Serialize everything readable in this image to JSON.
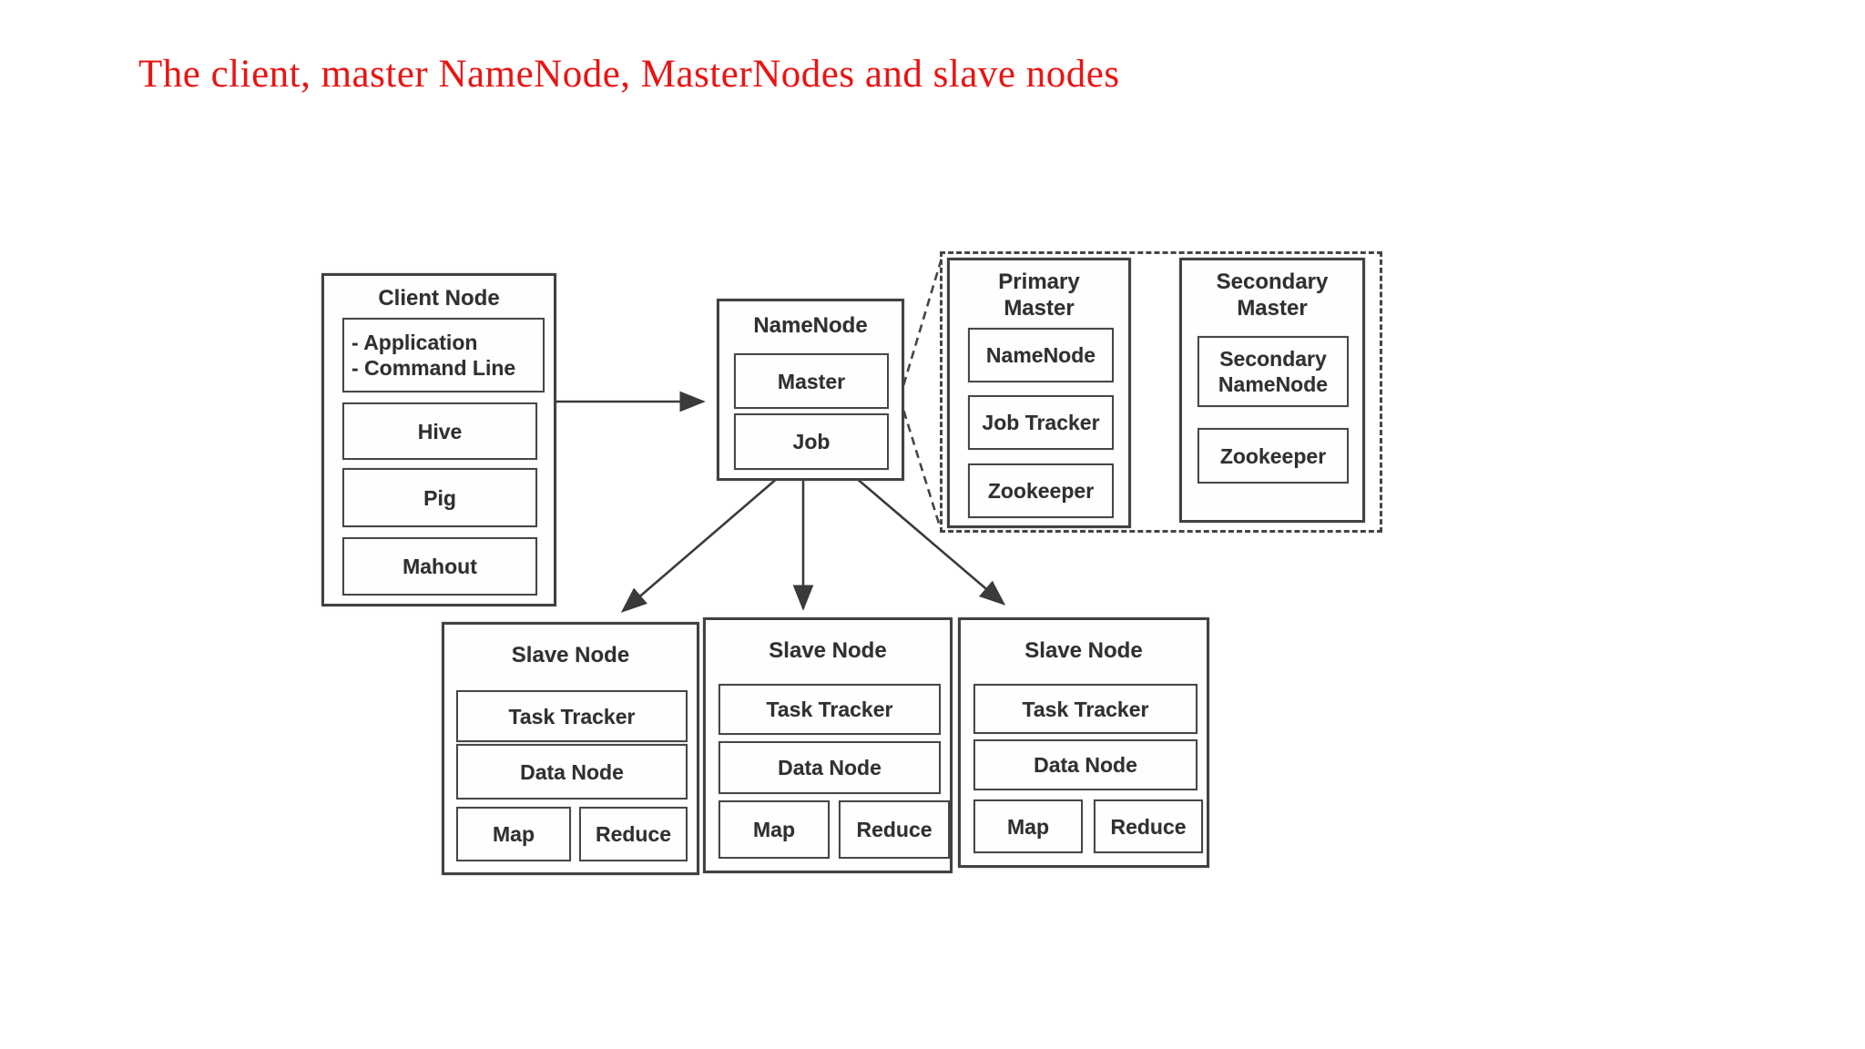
{
  "title": {
    "text": "The client, master NameNode, MasterNodes and slave nodes"
  },
  "colors": {
    "title_red": "#e81414",
    "ink": "#3a3a3a",
    "box_border": "#424242",
    "background": "#ffffff"
  },
  "diagram": {
    "client_node": {
      "title": "Client Node",
      "app_lines": [
        "- Application",
        "- Command Line"
      ],
      "items": [
        "Hive",
        "Pig",
        "Mahout"
      ]
    },
    "name_node": {
      "title": "NameNode",
      "items": [
        "Master",
        "Job"
      ]
    },
    "masters_group": {
      "primary_master": {
        "title": "Primary Master",
        "items": [
          "NameNode",
          "Job Tracker",
          "Zookeeper"
        ]
      },
      "secondary_master": {
        "title": "Secondary Master",
        "items": [
          "Secondary NameNode",
          "Zookeeper"
        ]
      }
    },
    "slave_nodes": [
      {
        "title": "Slave Node",
        "items": [
          "Task Tracker",
          "Data Node",
          "Map",
          "Reduce"
        ]
      },
      {
        "title": "Slave Node",
        "items": [
          "Task Tracker",
          "Data Node",
          "Map",
          "Reduce"
        ]
      },
      {
        "title": "Slave Node",
        "items": [
          "Task Tracker",
          "Data Node",
          "Map",
          "Reduce"
        ]
      }
    ]
  }
}
